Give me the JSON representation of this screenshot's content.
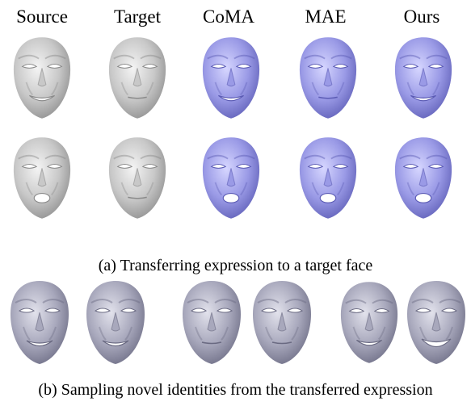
{
  "header": {
    "columns": [
      "Source",
      "Target",
      "CoMA",
      "MAE",
      "Ours"
    ]
  },
  "grid": {
    "rows": [
      {
        "faces": [
          {
            "shade": "gray",
            "expression": "smile"
          },
          {
            "shade": "gray",
            "expression": "neutral"
          },
          {
            "shade": "blue",
            "expression": "smile"
          },
          {
            "shade": "blue",
            "expression": "neutral"
          },
          {
            "shade": "blue",
            "expression": "smile"
          }
        ]
      },
      {
        "faces": [
          {
            "shade": "gray",
            "expression": "open"
          },
          {
            "shade": "gray",
            "expression": "neutral"
          },
          {
            "shade": "blue",
            "expression": "open"
          },
          {
            "shade": "blue",
            "expression": "open"
          },
          {
            "shade": "blue",
            "expression": "open"
          }
        ]
      }
    ]
  },
  "captions": {
    "a": "(a) Transferring expression to a target face",
    "b": "(b) Sampling novel identities from the transferred expression"
  },
  "samples": {
    "faces": [
      {
        "shade": "slate",
        "expression": "smile"
      },
      {
        "shade": "slate",
        "expression": "smile"
      },
      {
        "shade": "slate",
        "expression": "neutral"
      },
      {
        "shade": "slate",
        "expression": "neutral"
      },
      {
        "shade": "slate",
        "expression": "smile"
      },
      {
        "shade": "slate",
        "expression": "grin"
      }
    ]
  },
  "colors": {
    "gray": [
      "#f4f4f4",
      "#c8c8c8",
      "#8a8a8a"
    ],
    "blue": [
      "#d6d6ff",
      "#9a9ae6",
      "#5b5bb4"
    ],
    "slate": [
      "#e2e2ec",
      "#a8a8bc",
      "#6a6a82"
    ]
  }
}
